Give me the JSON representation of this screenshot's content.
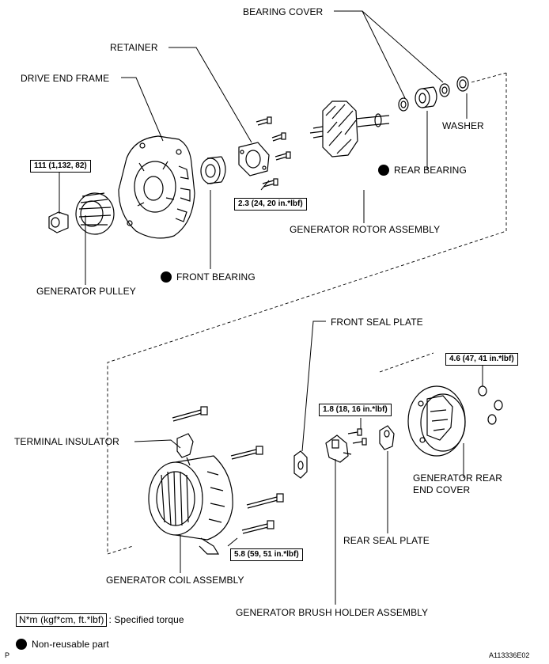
{
  "labels": {
    "bearing_cover": "BEARING COVER",
    "retainer": "RETAINER",
    "drive_end_frame": "DRIVE END FRAME",
    "washer": "WASHER",
    "rear_bearing": "REAR BEARING",
    "generator_rotor_assembly": "GENERATOR ROTOR ASSEMBLY",
    "front_bearing": "FRONT BEARING",
    "generator_pulley": "GENERATOR PULLEY",
    "front_seal_plate": "FRONT SEAL PLATE",
    "terminal_insulator": "TERMINAL INSULATOR",
    "generator_rear_end_cover_line1": "GENERATOR REAR",
    "generator_rear_end_cover_line2": "END COVER",
    "rear_seal_plate": "REAR SEAL PLATE",
    "generator_coil_assembly": "GENERATOR COIL ASSEMBLY",
    "generator_brush_holder_assembly": "GENERATOR BRUSH HOLDER ASSEMBLY"
  },
  "torques": {
    "pulley_nut": "111 (1,132, 82)",
    "retainer_screw": "2.3 (24, 20 in.*lbf)",
    "rear_cover_nut": "4.6 (47, 41 in.*lbf)",
    "brush_holder_screw": "1.8 (18, 16 in.*lbf)",
    "through_bolt": "5.8 (59, 51 in.*lbf)"
  },
  "legend": {
    "torque_box": "N*m (kgf*cm, ft.*lbf)",
    "torque_text": ": Specified torque",
    "nonreusable_text": "Non-reusable part"
  },
  "footer": {
    "left_mark": "P",
    "figure_id": "A113336E02"
  }
}
